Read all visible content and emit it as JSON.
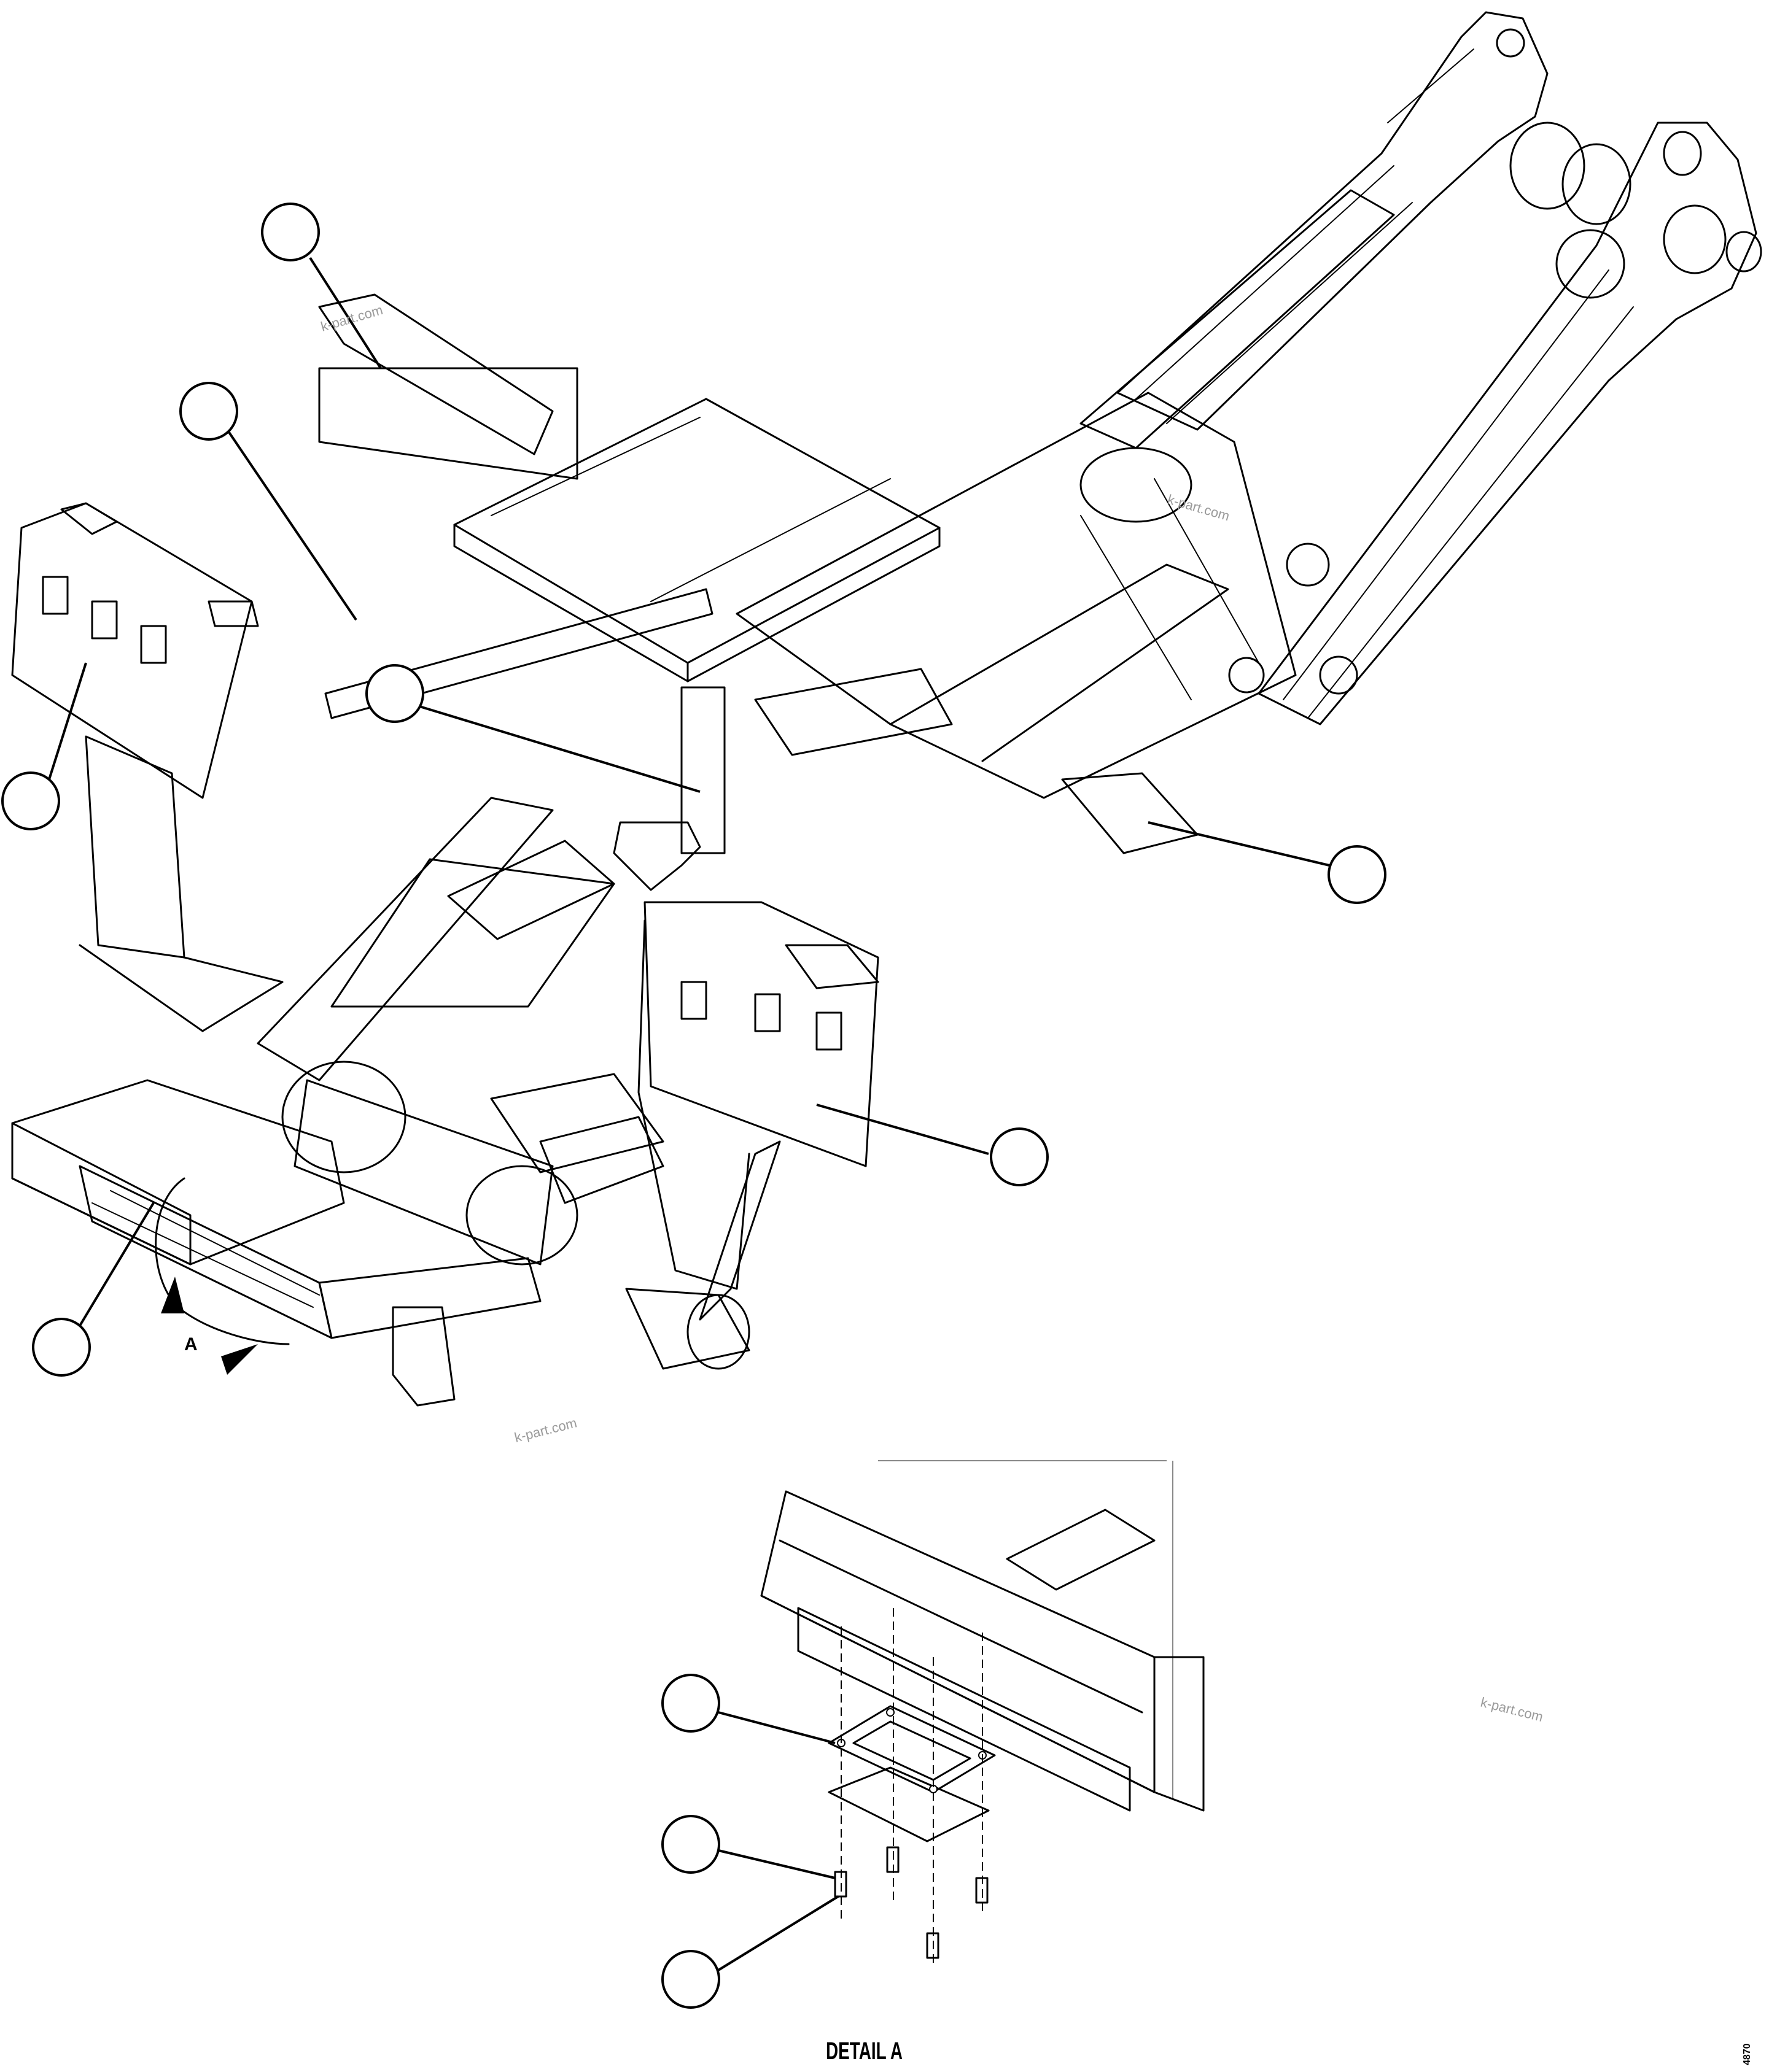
{
  "watermarks": [
    "k-part.com",
    "k-part.com",
    "k-part.com",
    "k-part.com"
  ],
  "view_label": "A",
  "detail_title": "DETAIL A",
  "sheet_code": "4870",
  "callouts": [
    {
      "id": "callout-1",
      "number": ""
    },
    {
      "id": "callout-2",
      "number": ""
    },
    {
      "id": "callout-3",
      "number": ""
    },
    {
      "id": "callout-4",
      "number": ""
    },
    {
      "id": "callout-5",
      "number": ""
    },
    {
      "id": "callout-6",
      "number": ""
    },
    {
      "id": "callout-7",
      "number": ""
    },
    {
      "id": "callout-8",
      "number": ""
    },
    {
      "id": "callout-9",
      "number": ""
    },
    {
      "id": "callout-10",
      "number": ""
    }
  ]
}
